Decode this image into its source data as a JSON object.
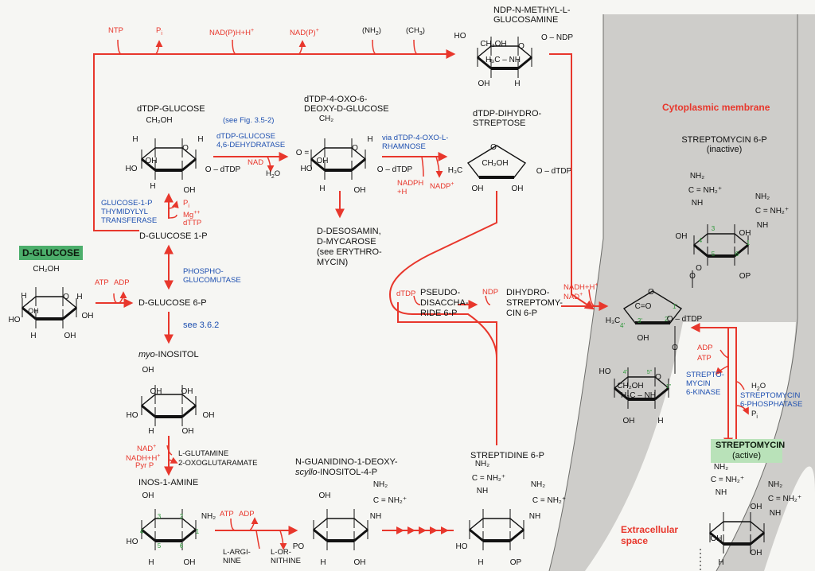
{
  "regions": {
    "membrane_label": "Cytoplasmic membrane",
    "extracellular_label": "Extracellular\nspace"
  },
  "compounds": {
    "d_glucose": "D-GLUCOSE",
    "d_glucose_6p": "D-GLUCOSE 6-P",
    "d_glucose_1p": "D-GLUCOSE 1-P",
    "dtdp_glucose": "dTDP-GLUCOSE",
    "dtdp_oxo": "dTDP-4-OXO-6-\nDEOXY-D-GLUCOSE",
    "dtdp_dihydro": "dTDP-DIHYDRO-\nSTREPTOSE",
    "ndp_glucosamine": "NDP-N-METHYL-L-\nGLUCOSAMINE",
    "desosamin": "D-DESOSAMIN,\nD-MYCAROSE\n(see ERYTHRO-\nMYCIN)",
    "myo_inositol_prefix": "myo",
    "myo_inositol": "-INOSITOL",
    "inos_amine": "INOS-1-AMINE",
    "guanidino": "N-GUANIDINO-1-DEOXY-",
    "scyllo": "scyllo",
    "scyllo_rest": "-INOSITOL-4-P",
    "streptidine_6p": "STREPTIDINE 6-P",
    "pseudo_disaccharide": "PSEUDO-\nDISACCHA-\nRIDE 6-P",
    "dihydrostreptomycin": "DIHYDRO-\nSTREPTOMY-\nCIN 6-P",
    "streptomycin_6p": "STREPTOMYCIN 6-P\n(inactive)",
    "streptomycin": "STREPTOMYCIN",
    "streptomycin_state": "(active)"
  },
  "enzymes": {
    "phosphoglucomutase": "PHOSPHO-\nGLUCOMUTASE",
    "see_362": "see 3.6.2",
    "thymidylyl_transferase": "GLUCOSE-1-P\nTHYMIDYLYL\nTRANSFERASE",
    "see_fig": "(see Fig. 3.5-2)",
    "dehydratase": "dTDP-GLUCOSE\n4,6-DEHYDRATASE",
    "via_rhamnose": "via dTDP-4-OXO-L-\nRHAMNOSE",
    "streptomycin_kinase": "STREPTO-\nMYCIN\n6-KINASE",
    "streptomycin_phosphatase": "STREPTOMYCIN\n6-PHOSPHATASE"
  },
  "cofactors": {
    "ntp": "NTP",
    "pi_top": "P",
    "nadph_h": "NAD(P)H+H",
    "nadp_top": "NAD(P)",
    "nh2_top": "(NH",
    "ch3_top": "(CH",
    "atp1": "ATP",
    "adp1": "ADP",
    "mg": "Mg",
    "dttp": "dTTP",
    "pi_mid": "P",
    "nad1": "NAD",
    "h2o1": "H",
    "h2o1b": "O",
    "nadph2": "NADPH\n+H",
    "nadp2": "NADP",
    "dtdp_cof": "dTDP",
    "ndp_cof": "NDP",
    "nadh_h": "NADH+H",
    "nad2": "NAD",
    "adp2": "ADP",
    "atp2": "ATP",
    "h2o2": "H",
    "h2o2b": "O",
    "pi_right": "P",
    "nad3": "NAD",
    "nadh3": "NADH+H",
    "pyr": "Pyr P",
    "glutamine": "L-GLUTAMINE",
    "oxoglut": "2-OXOGLUTARAMATE",
    "atp3": "ATP",
    "adp3": "ADP",
    "arginine": "L-ARGI-\nNINE",
    "ornithine": "L-OR-\nNITHINE"
  },
  "atoms": {
    "ch2oh": "CH₂OH",
    "oh": "OH",
    "h": "H",
    "o": "O",
    "op": "OP",
    "po": "PO",
    "nh": "NH",
    "nh2": "NH₂",
    "cnh2": "C = NH₂⁺",
    "ch2": "CH₂",
    "h3c": "H₃C",
    "h3cnh": "H₃C – NH",
    "o_dtdp": "O – dTDP",
    "o_ndp": "O – NDP",
    "co": "C=O",
    "nums": [
      "1",
      "2",
      "3",
      "4",
      "5",
      "6",
      "1'",
      "2'",
      "3'",
      "4'",
      "5'"
    ]
  },
  "colors": {
    "arrow": "#e8372c",
    "enzyme": "#1d4fb0",
    "membrane": "#c4c4c0",
    "box": "#4cae6b",
    "box_pale": "#b9e2b9",
    "ring_number": "#2f9a3b"
  }
}
